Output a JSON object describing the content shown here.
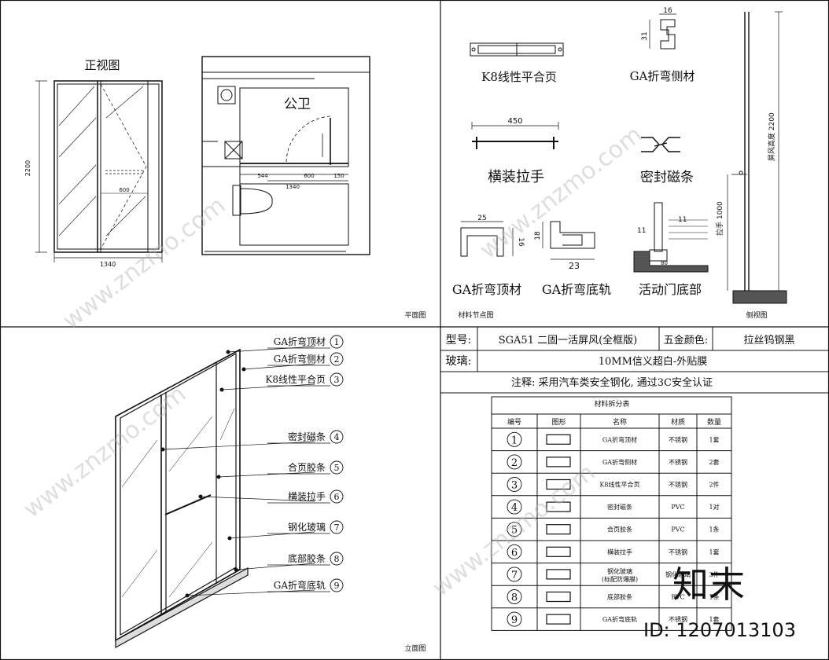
{
  "panels": {
    "plan": {
      "front_view_title": "正视图",
      "room_label": "公卫",
      "dims": {
        "height": "2200",
        "width_front": "1340",
        "door": "600",
        "d544": "544",
        "d600": "600",
        "d150": "150",
        "width_plan": "1340"
      },
      "caption": "平面图"
    },
    "nodes": {
      "hinge": "K8线性平合页",
      "side": "GA折弯侧材",
      "handle": "横装拉手",
      "handle_dim": "450",
      "magnet": "密封磁条",
      "top": "GA折弯顶材",
      "top_dim_w": "25",
      "top_dim_h": "16",
      "bottom": "GA折弯底轨",
      "bottom_dim_w": "23",
      "bottom_dim_h": "18",
      "side_dim_w": "16",
      "side_dim_h": "31",
      "door_bottom": "活动门底部",
      "door_bottom_dims": [
        "11",
        "11",
        "80"
      ],
      "caption": "材料节点图"
    },
    "side": {
      "height_label": "屏风高度 2200",
      "handle_label": "拉手 1000",
      "caption": "侧视图"
    },
    "elevation": {
      "caption": "立面图",
      "callouts": [
        {
          "num": "1",
          "label": "GA折弯顶材"
        },
        {
          "num": "2",
          "label": "GA折弯侧材"
        },
        {
          "num": "3",
          "label": "K8线性平合页"
        },
        {
          "num": "4",
          "label": "密封磁条"
        },
        {
          "num": "5",
          "label": "合页胶条"
        },
        {
          "num": "6",
          "label": "横装拉手"
        },
        {
          "num": "7",
          "label": "钢化玻璃"
        },
        {
          "num": "8",
          "label": "底部胶条"
        },
        {
          "num": "9",
          "label": "GA折弯底轨"
        }
      ]
    }
  },
  "spec": {
    "model_label": "型号:",
    "model_value": "SGA51 二固一活屏风(全框版)",
    "hardware_color_label": "五金颜色:",
    "hardware_color_value": "拉丝钨钢黑",
    "glass_label": "玻璃:",
    "glass_value": "10MM信义超白-外贴膜",
    "note": "注释: 采用汽车类安全钢化, 通过3C安全认证"
  },
  "materials_table": {
    "title": "材料拆分表",
    "headers": [
      "编号",
      "图形",
      "名称",
      "材质",
      "数量"
    ],
    "rows": [
      {
        "num": "1",
        "name": "GA折弯顶材",
        "material": "不锈钢",
        "qty": "1套"
      },
      {
        "num": "2",
        "name": "GA折弯侧材",
        "material": "不锈钢",
        "qty": "2套"
      },
      {
        "num": "3",
        "name": "K8线性平合页",
        "material": "不锈钢",
        "qty": "2件"
      },
      {
        "num": "4",
        "name": "密封磁条",
        "material": "PVC",
        "qty": "1对"
      },
      {
        "num": "5",
        "name": "合页胶条",
        "material": "PVC",
        "qty": "1条"
      },
      {
        "num": "6",
        "name": "横装拉手",
        "material": "不锈钢",
        "qty": "1套"
      },
      {
        "num": "7",
        "name": "钢化玻璃",
        "name2": "(标配防爆膜)",
        "material": "钢化玻璃",
        "qty": "3件"
      },
      {
        "num": "8",
        "name": "底部胶条",
        "material": "PVC",
        "qty": "1条"
      },
      {
        "num": "9",
        "name": "GA折弯底轨",
        "material": "不锈钢",
        "qty": "1套"
      }
    ]
  },
  "watermark": {
    "brand": "知末",
    "site": "www.znzmo.com",
    "id": "ID: 1207013103"
  }
}
